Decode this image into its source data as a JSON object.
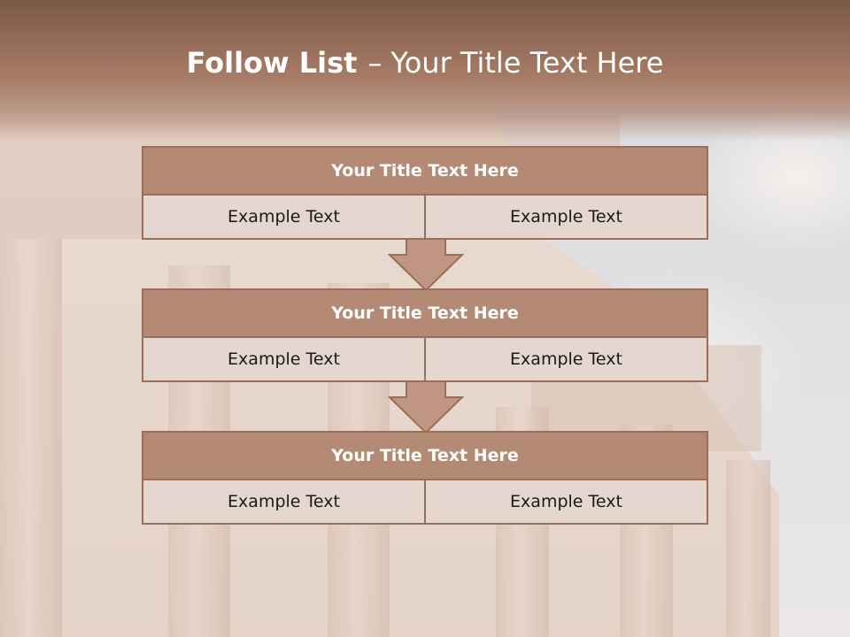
{
  "header": {
    "title_bold": "Follow List",
    "title_separator": "–",
    "title_rest": "Your Title Text Here"
  },
  "blocks": [
    {
      "title": "Your Title Text Here",
      "cells": [
        "Example Text",
        "Example Text"
      ]
    },
    {
      "title": "Your Title Text Here",
      "cells": [
        "Example Text",
        "Example Text"
      ]
    },
    {
      "title": "Your Title Text Here",
      "cells": [
        "Example Text",
        "Example Text"
      ]
    }
  ],
  "colors": {
    "header": "#7c5848",
    "box_fill": "#b58a75",
    "box_border": "#9a6e5a",
    "cell_fill": "#e6d6d0",
    "arrow": "#c09581"
  }
}
